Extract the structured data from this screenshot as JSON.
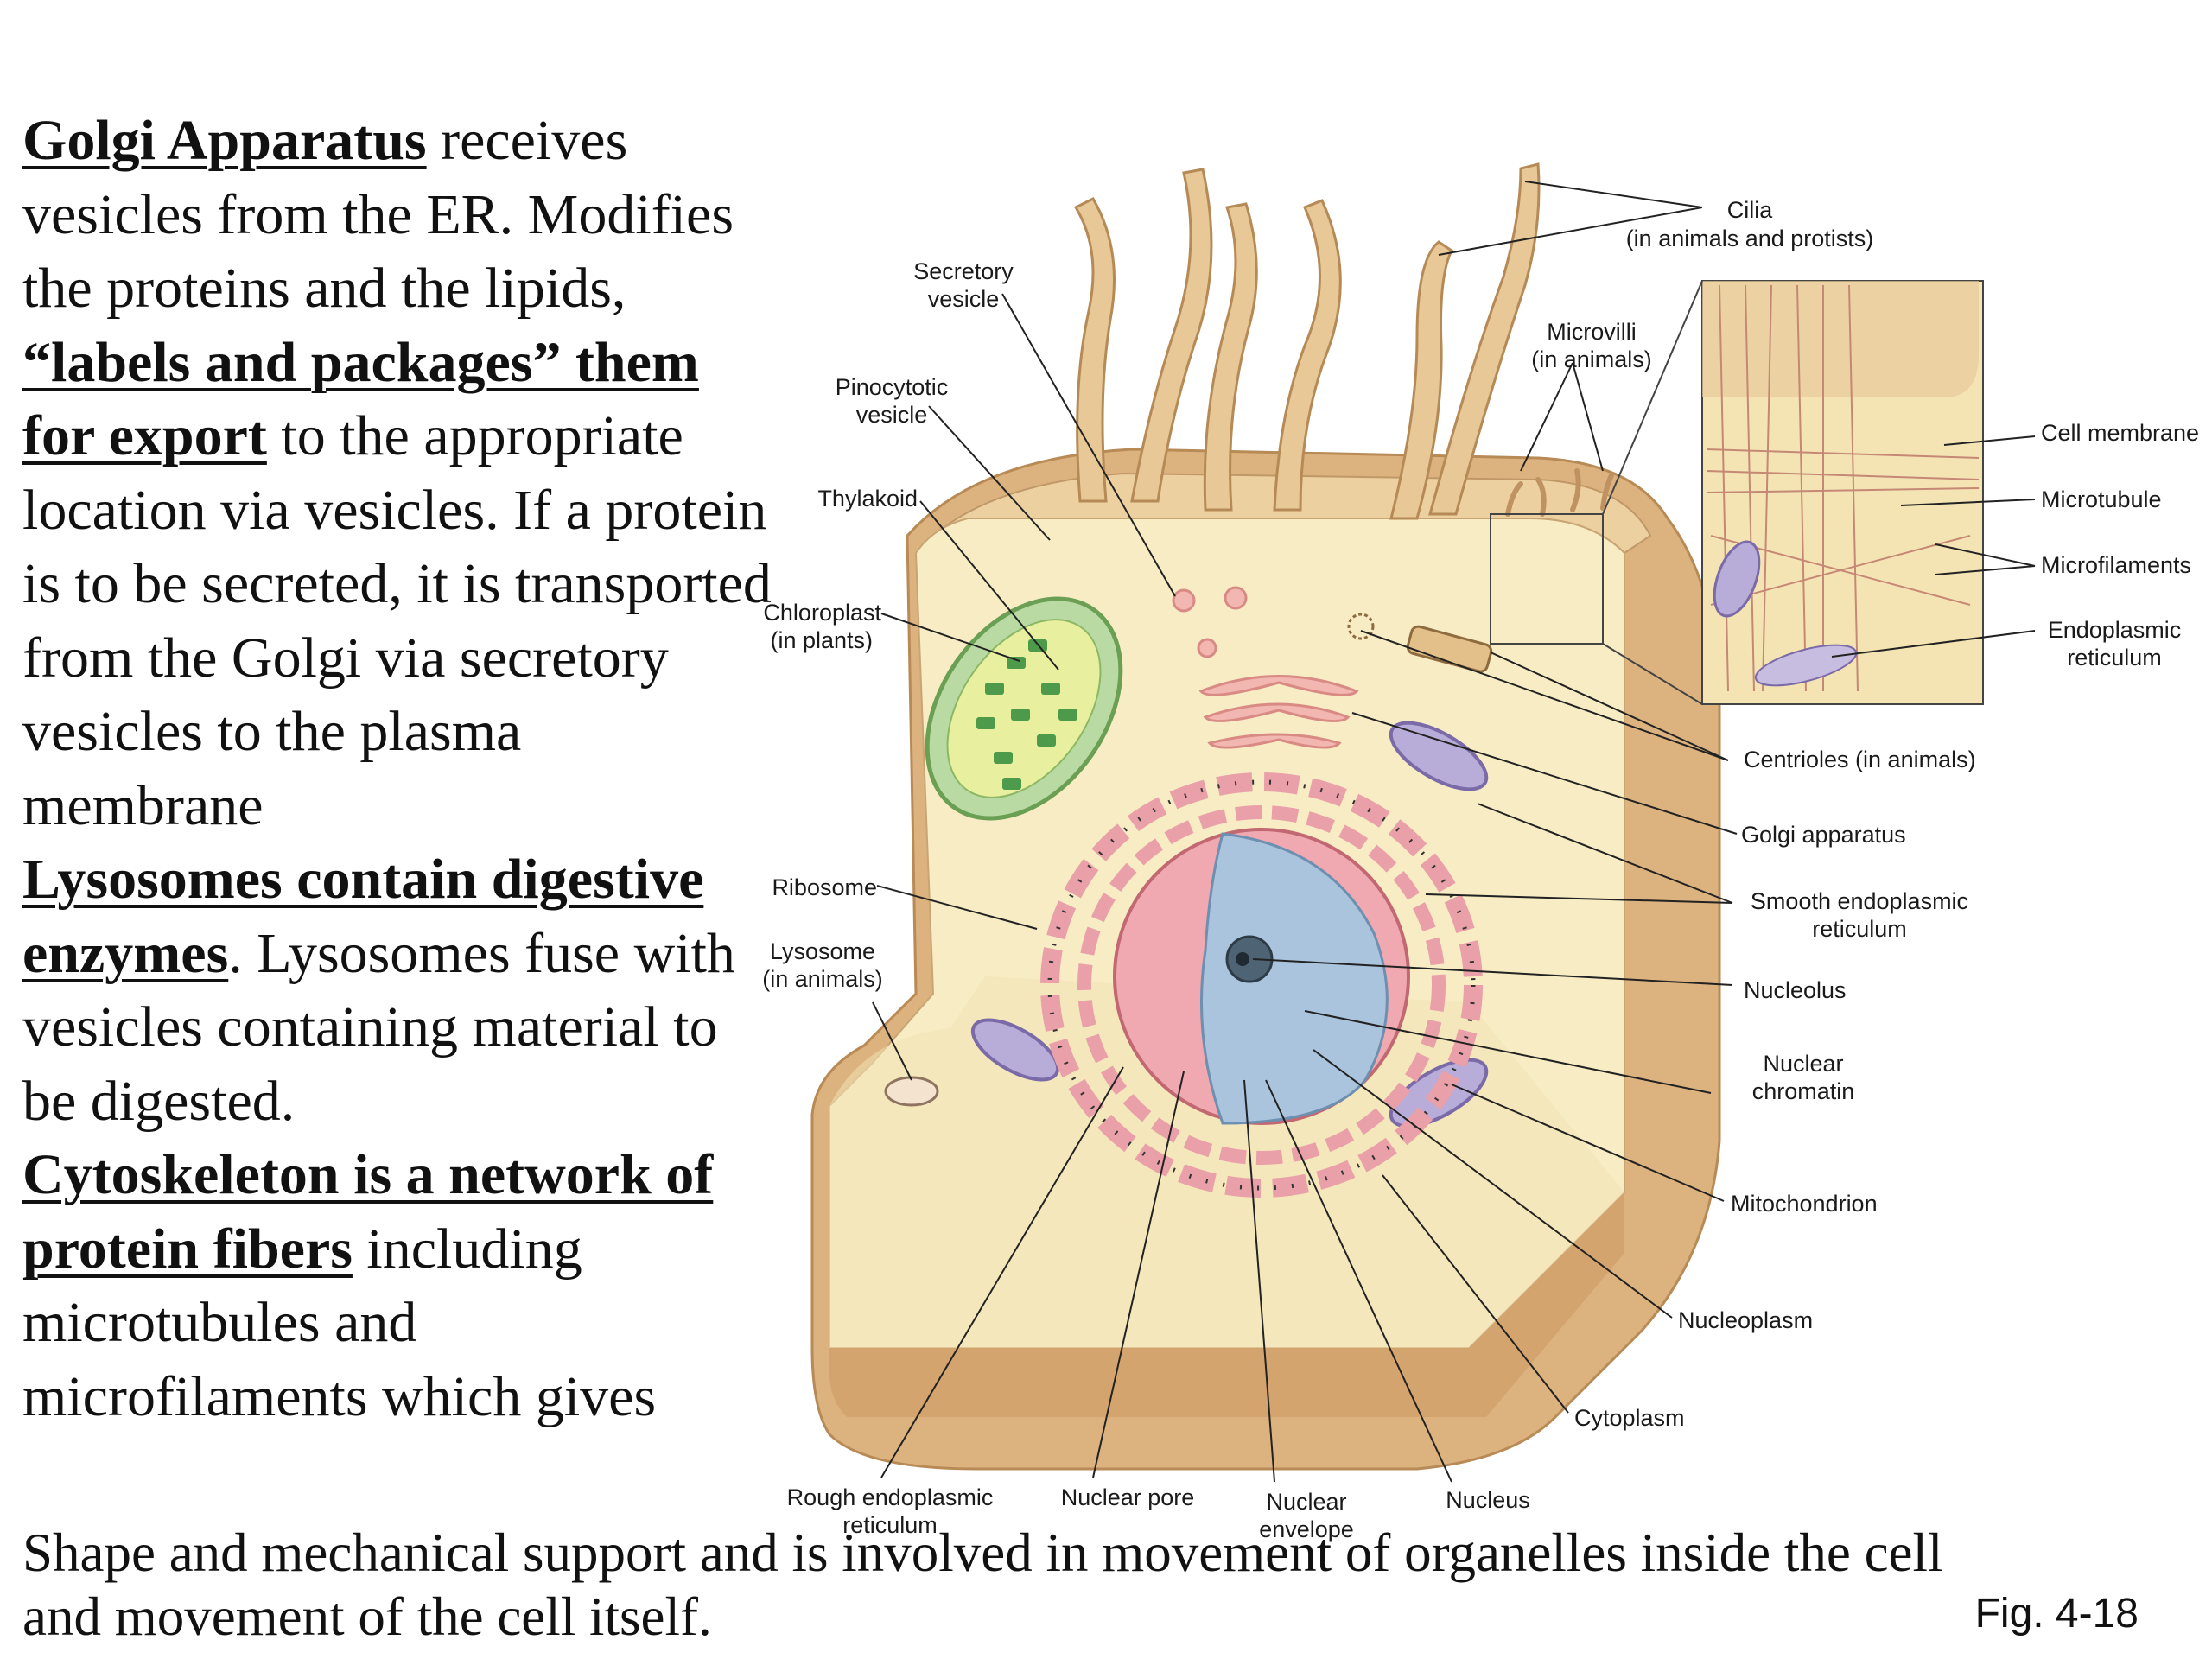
{
  "text": {
    "golgi_term": "Golgi Apparatus",
    "golgi_a": " receives vesicles from the ER. Modifies the proteins and the lipids, ",
    "golgi_labels": "“labels and packages” them for export",
    "golgi_b": " to the appropriate location via vesicles.  If a protein is to be secreted, it is transported from the Golgi via secretory vesicles to the plasma membrane",
    "lyso_term": "Lysosomes contain digestive enzymes",
    "lyso_b": ".  Lysosomes fuse with vesicles containing material to be digested.",
    "cyto_term": "Cytoskeleton is a network of protein fibers",
    "cyto_b": " including microtubules and microfilaments which gives",
    "bottom_line": "Shape and mechanical support and is involved in movement of organelles inside the cell and movement of the cell itself.",
    "fig": "Fig. 4-18"
  },
  "labels": {
    "cilia_1": "Cilia",
    "cilia_2": "(in animals and protists)",
    "secretory_1": "Secretory",
    "secretory_2": "vesicle",
    "microvilli_1": "Microvilli",
    "microvilli_2": "(in animals)",
    "pinocytotic_1": "Pinocytotic",
    "pinocytotic_2": "vesicle",
    "thylakoid": "Thylakoid",
    "chloroplast_1": "Chloroplast",
    "chloroplast_2": "(in plants)",
    "cell_membrane": "Cell membrane",
    "microtubule": "Microtubule",
    "microfilaments": "Microfilaments",
    "er_1": "Endoplasmic",
    "er_2": "reticulum",
    "centrioles": "Centrioles (in animals)",
    "golgi": "Golgi apparatus",
    "smooth_er_1": "Smooth endoplasmic",
    "smooth_er_2": "reticulum",
    "ribosome": "Ribosome",
    "lysosome_1": "Lysosome",
    "lysosome_2": "(in animals)",
    "nucleolus": "Nucleolus",
    "chromatin_1": "Nuclear",
    "chromatin_2": "chromatin",
    "mitochondrion": "Mitochondrion",
    "nucleoplasm": "Nucleoplasm",
    "cytoplasm": "Cytoplasm",
    "rough_er_1": "Rough endoplasmic",
    "rough_er_2": "reticulum",
    "nuclear_pore": "Nuclear pore",
    "envelope_1": "Nuclear",
    "envelope_2": "envelope",
    "nucleus": "Nucleus"
  },
  "colors": {
    "cytoplasm": "#f7ecc4",
    "cell_side": "#dcb27e",
    "cell_face": "#ecd0a0",
    "rough_er": "#e9a0a8",
    "nucleus": "#a9c4dc",
    "mitochondrion": "#b8acd8",
    "chloroplast": "#b9dba3"
  }
}
